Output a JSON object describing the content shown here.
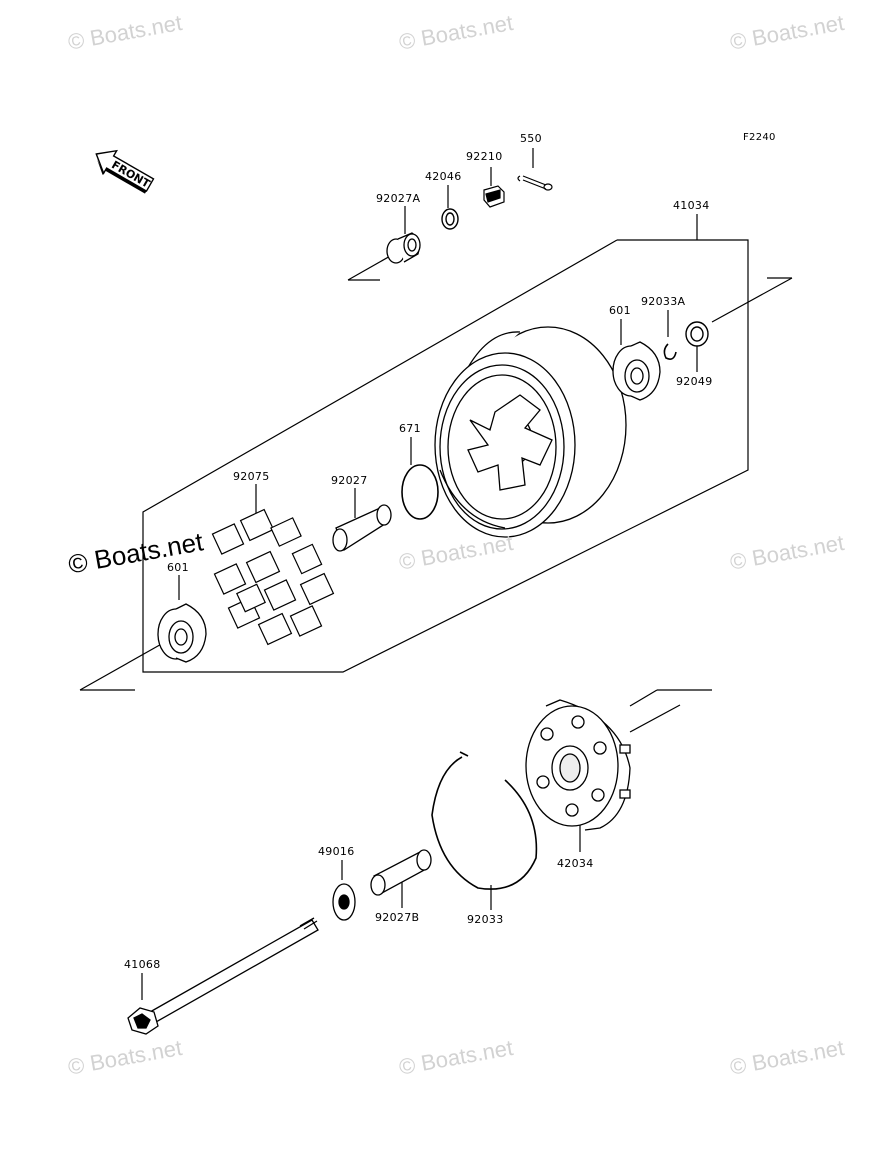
{
  "figure_code": "F2240",
  "front_label": "FRONT",
  "parts": {
    "p550": "550",
    "p92210": "92210",
    "p42046": "42046",
    "p92027A": "92027A",
    "p41034": "41034",
    "p601_top": "601",
    "p92033A": "92033A",
    "p92049": "92049",
    "p671": "671",
    "p92075": "92075",
    "p92027": "92027",
    "p601_left": "601",
    "p42034": "42034",
    "p49016": "49016",
    "p92027B": "92027B",
    "p92033": "92033",
    "p41068": "41068"
  },
  "watermark": "© Boats.net"
}
